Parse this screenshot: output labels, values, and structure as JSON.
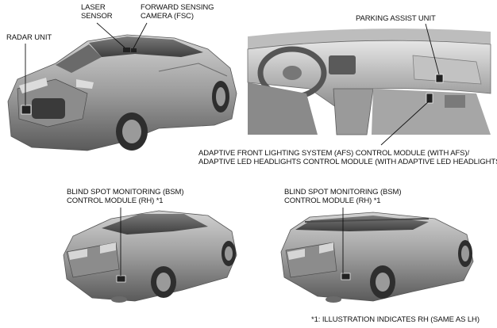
{
  "labels": {
    "laser_sensor": "LASER\nSENSOR",
    "fsc": "FORWARD SENSING\nCAMERA (FSC)",
    "radar_unit": "RADAR UNIT",
    "parking_assist": "PARKING ASSIST UNIT",
    "afs": "ADAPTIVE FRONT LIGHTING SYSTEM (AFS) CONTROL MODULE (WITH AFS)/\nADAPTIVE LED HEADLIGHTS CONTROL MODULE (WITH ADAPTIVE LED HEADLIGHTS)",
    "bsm_sedan": "BLIND SPOT MONITORING (BSM)\nCONTROL MODULE (RH) *1",
    "bsm_wagon": "BLIND SPOT MONITORING (BSM)\nCONTROL MODULE (RH) *1",
    "footnote": "*1: ILLUSTRATION INDICATES RH (SAME AS LH)"
  },
  "colors": {
    "body": "#9a9a9a",
    "shadow": "#5e5e5e",
    "light": "#c8c8c8",
    "line": "#111111"
  }
}
